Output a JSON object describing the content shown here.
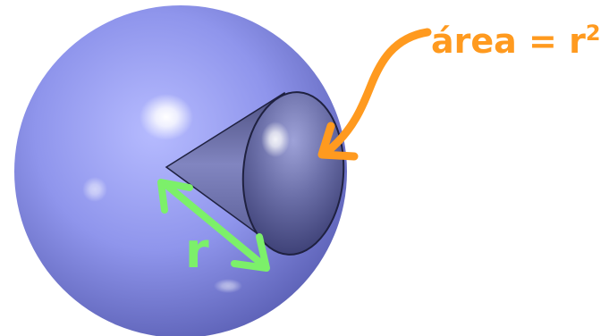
{
  "labels": {
    "area_text": "área = r",
    "area_superscript": "2",
    "radius_text": "r"
  },
  "colors": {
    "sphere": "#8f95ec",
    "sphere_shadow": "#5e63b8",
    "cone": "#6b6fa8",
    "cone_base": "#6669a6",
    "cone_outline": "#1f2140",
    "area_annotation": "#ff9a1f",
    "radius_annotation": "#7cf06a"
  }
}
